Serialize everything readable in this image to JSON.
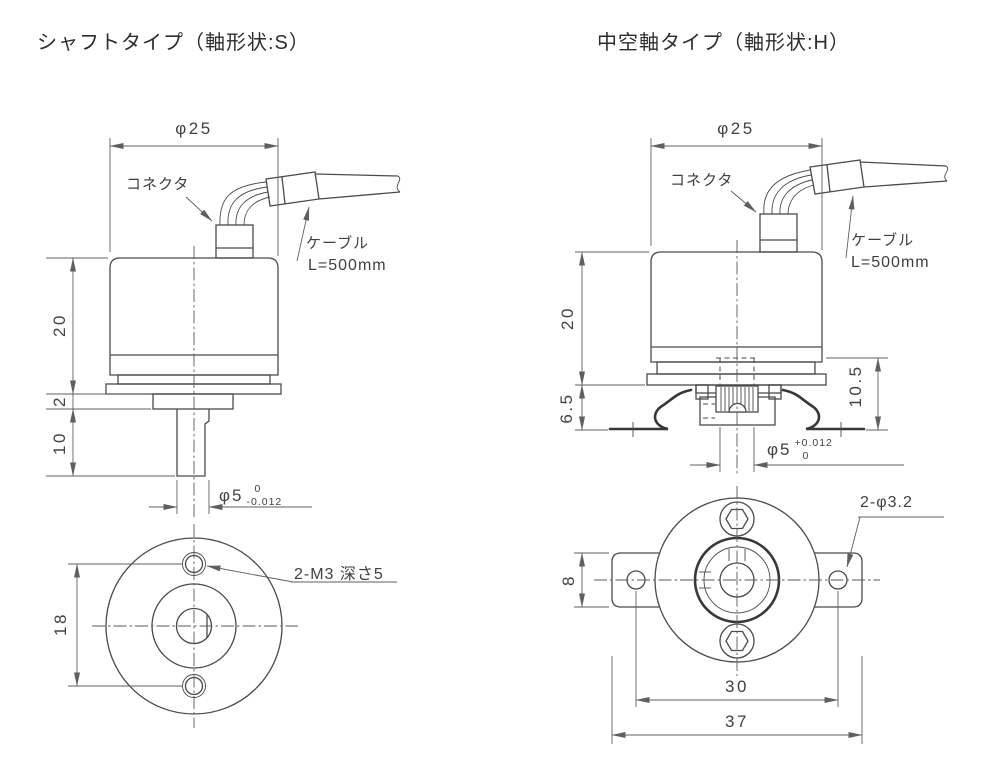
{
  "titles": {
    "left": "シャフトタイプ（軸形状:S）",
    "right": "中空軸タイプ（軸形状:H）"
  },
  "left_view": {
    "top_diameter": "φ25",
    "connector_label": "コネクタ",
    "cable_label": "ケーブル",
    "cable_length": "L=500mm",
    "body_height": "20",
    "boss_height": "2",
    "shaft_length": "10",
    "shaft_diameter": {
      "nominal": "φ5",
      "tol_upper": "0",
      "tol_lower": "-0.012"
    },
    "hole_pitch": "18",
    "thread_note": "2-M3 深さ5"
  },
  "right_view": {
    "top_diameter": "φ25",
    "connector_label": "コネクタ",
    "cable_label": "ケーブル",
    "cable_length": "L=500mm",
    "body_height": "20",
    "bracket_height": "6.5",
    "shaft_insertion_depth": "10.5",
    "bore_diameter": {
      "nominal": "φ5",
      "tol_upper": "+0.012",
      "tol_lower": "0"
    },
    "tab_height": "8",
    "hole_pitch": "30",
    "overall_width": "37",
    "hole_note": "2-φ3.2"
  },
  "colors": {
    "line": "#4a4a4a",
    "background": "#ffffff"
  }
}
